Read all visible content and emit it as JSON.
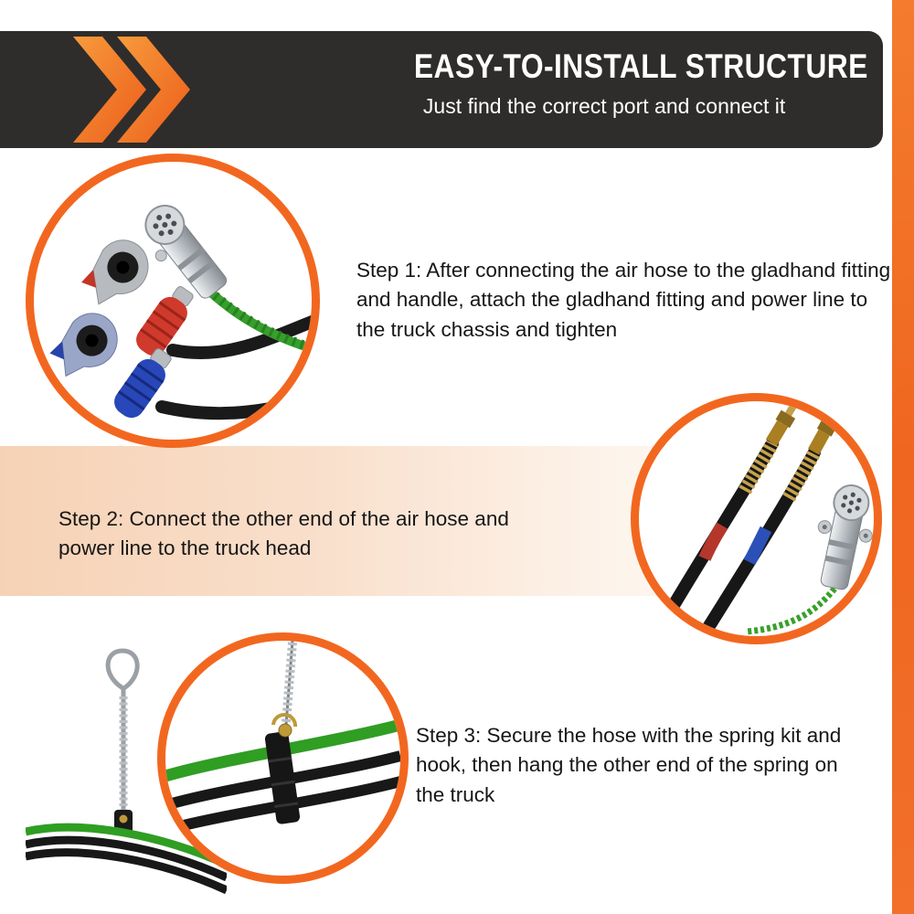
{
  "colors": {
    "accent_orange": "#f2671f",
    "header_background": "#2e2d2b",
    "band_peach": "#f6d2b5",
    "text_dark": "#161616",
    "hose_green": "#2f9e23",
    "gladhand_red": "#cf3a2c",
    "gladhand_blue": "#2847b8"
  },
  "header": {
    "title": "EASY-TO-INSTALL STRUCTURE",
    "subtitle": "Just find the correct port and connect it"
  },
  "steps": [
    {
      "id": 1,
      "text": "Step 1: After connecting the air hose to the gladhand fitting and handle, attach the gladhand fitting and power line to the truck chassis and tighten",
      "image": "gladhand-fittings-and-seven-way-plug-photo"
    },
    {
      "id": 2,
      "text": "Step 2: Connect the other end of the air hose and power line to the truck head",
      "image": "air-hose-ends-and-seven-way-plug-photo"
    },
    {
      "id": 3,
      "text": "Step 3: Secure the hose with the spring kit and hook, then hang the other end of the spring on the truck",
      "image": "spring-hook-and-hose-clamp-photo"
    }
  ],
  "icons": {
    "chevrons": "double-chevron-right-icon"
  }
}
